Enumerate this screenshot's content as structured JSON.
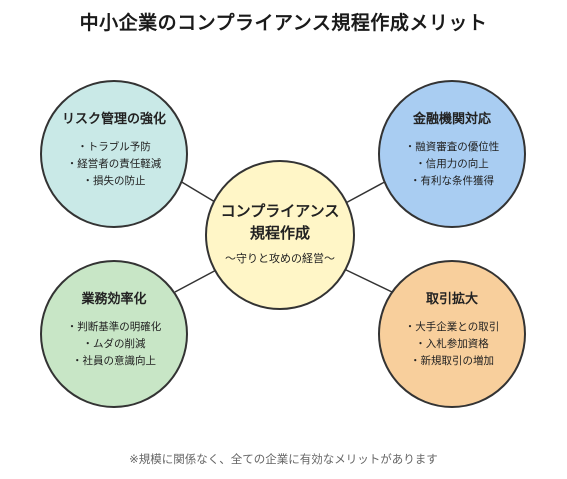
{
  "title": "中小企業のコンプライアンス規程作成メリット",
  "center": {
    "title_line1": "コンプライアンス",
    "title_line2": "規程作成",
    "subtitle": "～守りと攻めの経営～"
  },
  "nodes": {
    "top_left": {
      "title": "リスク管理の強化",
      "items": [
        "・トラブル予防",
        "・経営者の責任軽減",
        "・損失の防止"
      ]
    },
    "top_right": {
      "title": "金融機関対応",
      "items": [
        "・融資審査の優位性",
        "・信用力の向上",
        "・有利な条件獲得"
      ]
    },
    "bottom_left": {
      "title": "業務効率化",
      "items": [
        "・判断基準の明確化",
        "・ムダの削減",
        "・社員の意識向上"
      ]
    },
    "bottom_right": {
      "title": "取引拡大",
      "items": [
        "・大手企業との取引",
        "・入札参加資格",
        "・新規取引の増加"
      ]
    }
  },
  "footer": "※規模に関係なく、全ての企業に有効なメリットがあります",
  "colors": {
    "top_left": "#c9e9e7",
    "top_right": "#a9cdf2",
    "bottom_left": "#c8e6c6",
    "bottom_right": "#f8cf9c",
    "center": "#fff6c7",
    "stroke": "#333333"
  }
}
